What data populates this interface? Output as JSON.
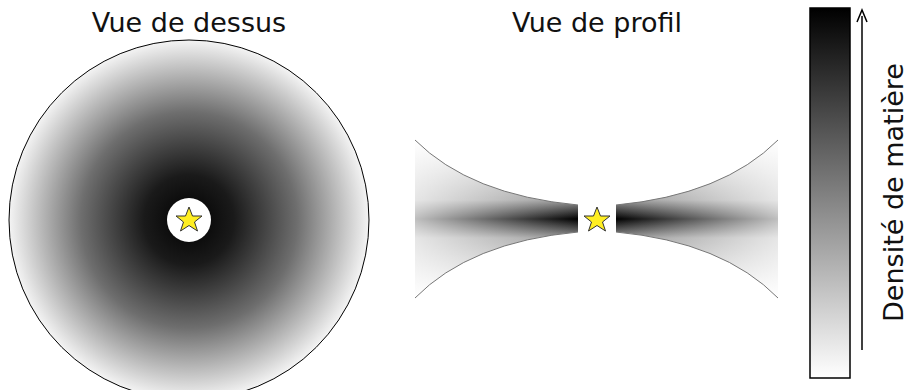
{
  "diagram": {
    "labels": [
      "Vue de dessus",
      "Vue de profil",
      "Densité de matière"
    ]
  }
}
